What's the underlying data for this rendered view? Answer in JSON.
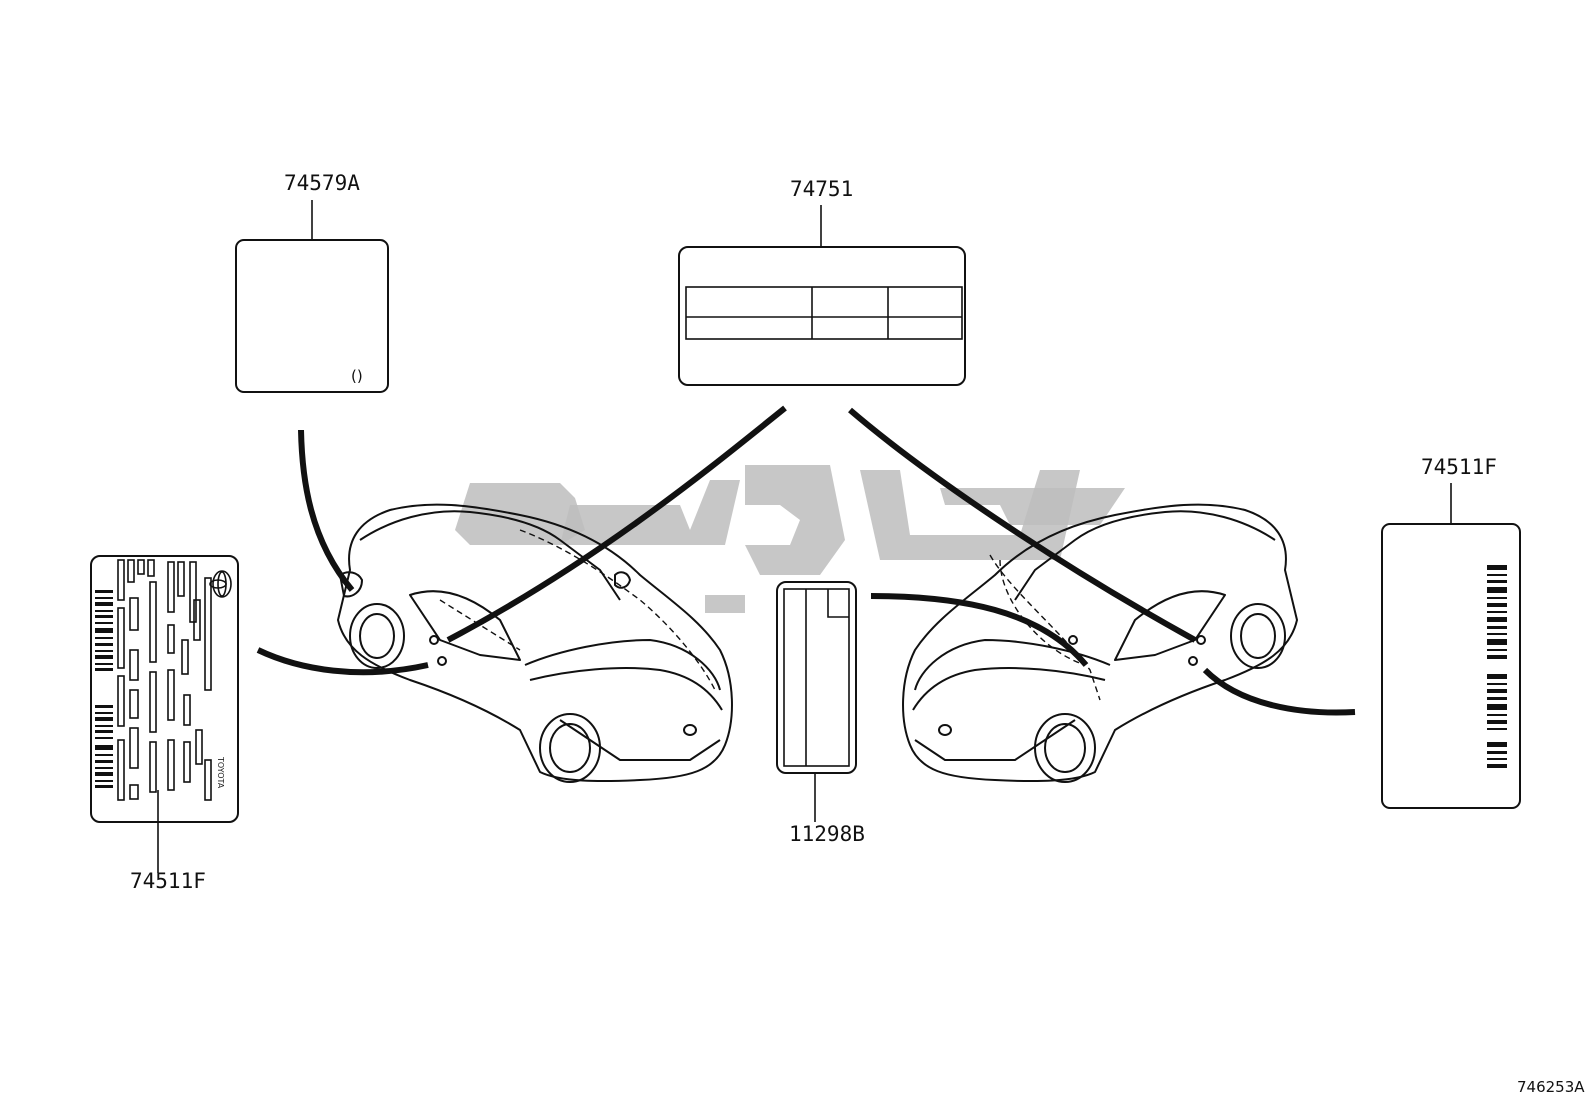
{
  "callouts": {
    "top_left": "74579A",
    "top_center": "74751",
    "right": "74511F",
    "left": "74511F",
    "bottom_center": "11298B"
  },
  "small_label_text": "()",
  "vin_plate_brand": "TOYOTA",
  "figure_number": "746253A"
}
